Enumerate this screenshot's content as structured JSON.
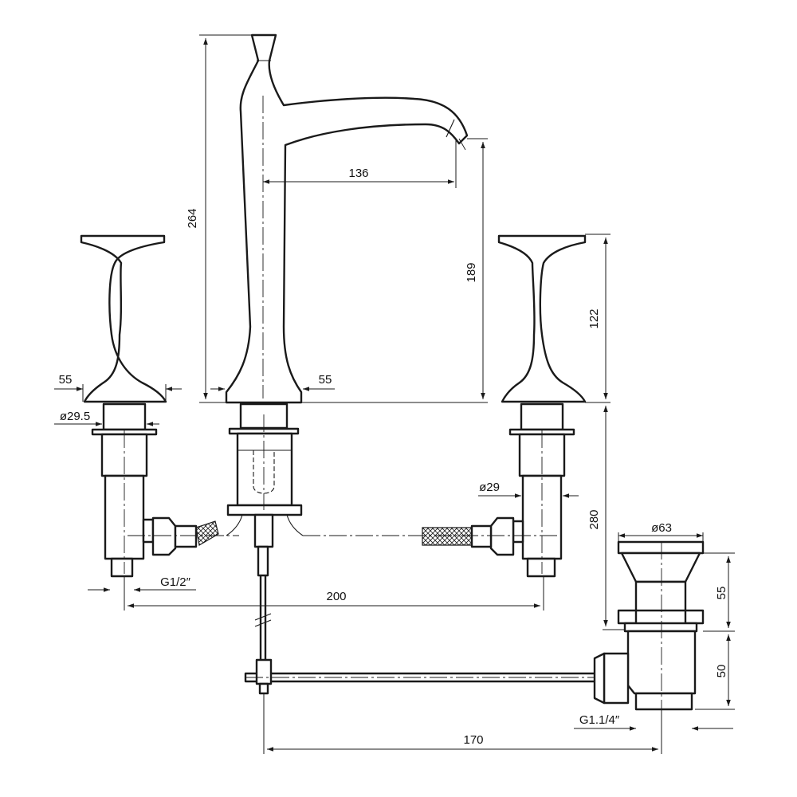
{
  "dimensions": {
    "spout_height": "264",
    "spout_reach": "136",
    "spout_outlet_height": "189",
    "handle_height": "122",
    "body_height": "280",
    "handle_base_left": "55",
    "spout_base": "55",
    "shank_left": "ø29.5",
    "shank_right": "ø29",
    "waste_diameter": "ø63",
    "waste_upper": "55",
    "waste_lower": "50",
    "inlet_thread": "G1/2″",
    "handle_spacing": "200",
    "waste_thread": "G1.1/4″",
    "pop_up_rod": "170"
  }
}
